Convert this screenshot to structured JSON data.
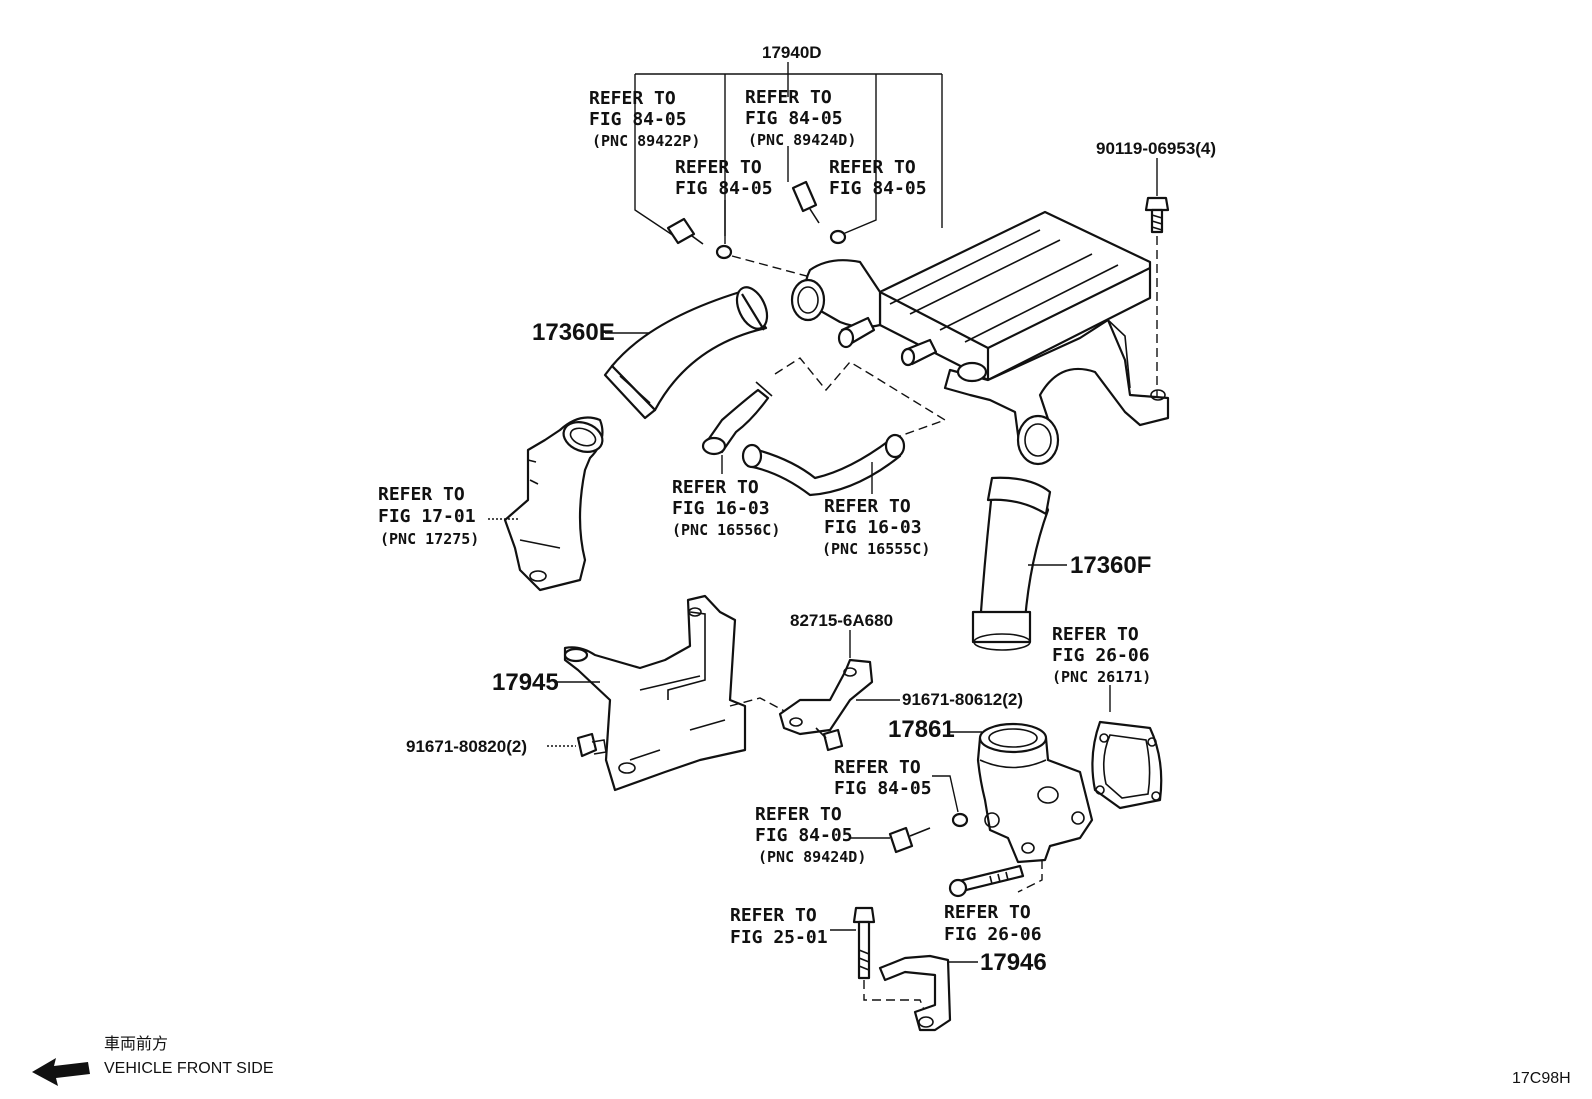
{
  "parts": {
    "p17940D": "17940D",
    "p17360E": "17360E",
    "p17360F": "17360F",
    "p17945": "17945",
    "p17861": "17861",
    "p17946": "17946",
    "p90119": "90119-06953(4)",
    "p82715": "82715-6A680",
    "p91671a": "91671-80612(2)",
    "p91671b": "91671-80820(2)"
  },
  "refs": {
    "refer_to": "REFER TO",
    "fig_84_05": "FIG 84-05",
    "fig_16_03": "FIG 16-03",
    "fig_17_01": "FIG 17-01",
    "fig_26_06": "FIG 26-06",
    "fig_25_01": "FIG 25-01",
    "pnc_89422P": "(PNC 89422P)",
    "pnc_89424D": "(PNC 89424D)",
    "pnc_16556C": "(PNC 16556C)",
    "pnc_16555C": "(PNC 16555C)",
    "pnc_17275": "(PNC 17275)",
    "pnc_26171": "(PNC 26171)"
  },
  "footer": {
    "japanese": "車両前方",
    "vehicle_front": "VEHICLE FRONT SIDE",
    "diagram_code": "17C98H"
  }
}
